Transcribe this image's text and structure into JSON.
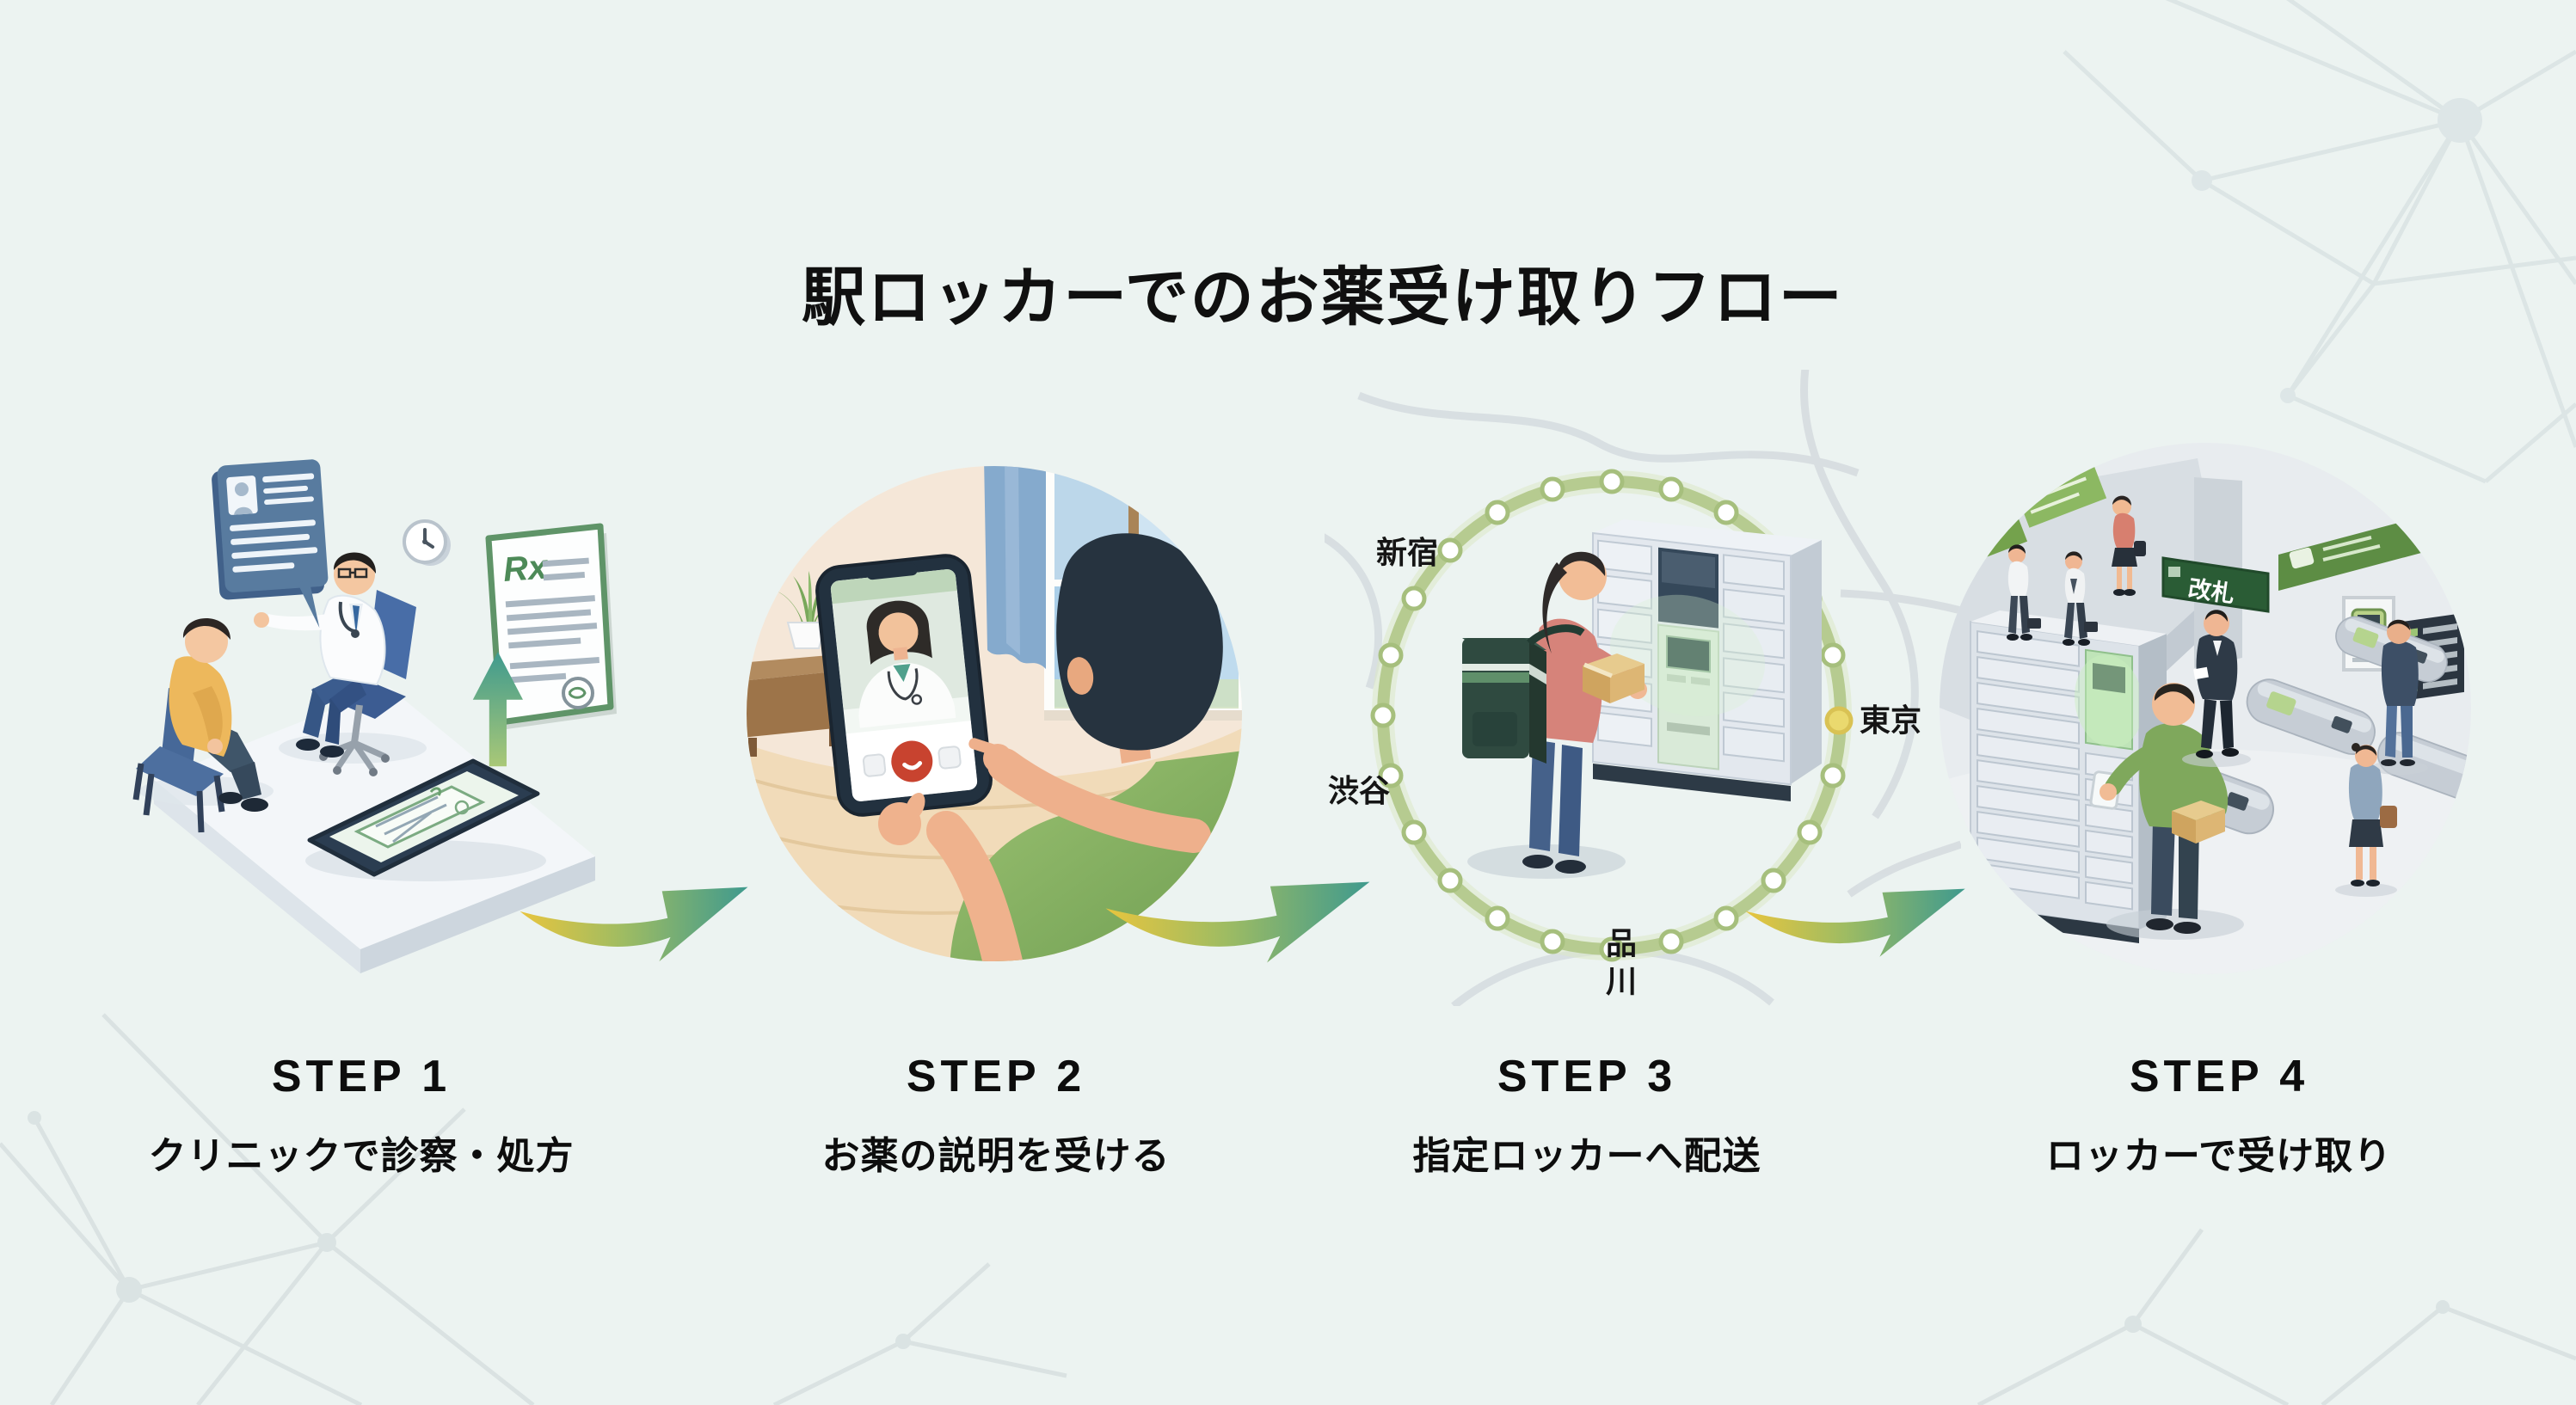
{
  "title": "駅ロッカーでのお薬受け取りフロー",
  "steps": [
    {
      "label": "STEP 1",
      "description": "クリニックで診察・処方",
      "illustration": "clinic-consultation"
    },
    {
      "label": "STEP 2",
      "description": "お薬の説明を受ける",
      "illustration": "video-call-medication-guidance"
    },
    {
      "label": "STEP 3",
      "description": "指定ロッカーへ配送",
      "illustration": "courier-delivery-to-station-locker"
    },
    {
      "label": "STEP 4",
      "description": "ロッカーで受け取り",
      "illustration": "pickup-at-station-locker"
    }
  ],
  "step1_clinic": {
    "prescription_symbol": "Rx"
  },
  "step3_map": {
    "stations": {
      "shinjuku": "新宿",
      "shibuya": "渋谷",
      "tokyo": "東京",
      "shinagawa": "品川"
    }
  },
  "step4_station": {
    "gate_sign": "改札"
  },
  "colors": {
    "background": "#ecf3f1",
    "title_text": "#101010",
    "arrow_gradient_start": "#e8c53e",
    "arrow_gradient_end": "#3f9a8e",
    "rail_loop_green": "#b6cb90",
    "tokyo_station_dot": "#ead96e",
    "gate_sign_green": "#2a5c35",
    "accent_green": "#7fa85c",
    "locker_gray": "#e3e8ee"
  }
}
